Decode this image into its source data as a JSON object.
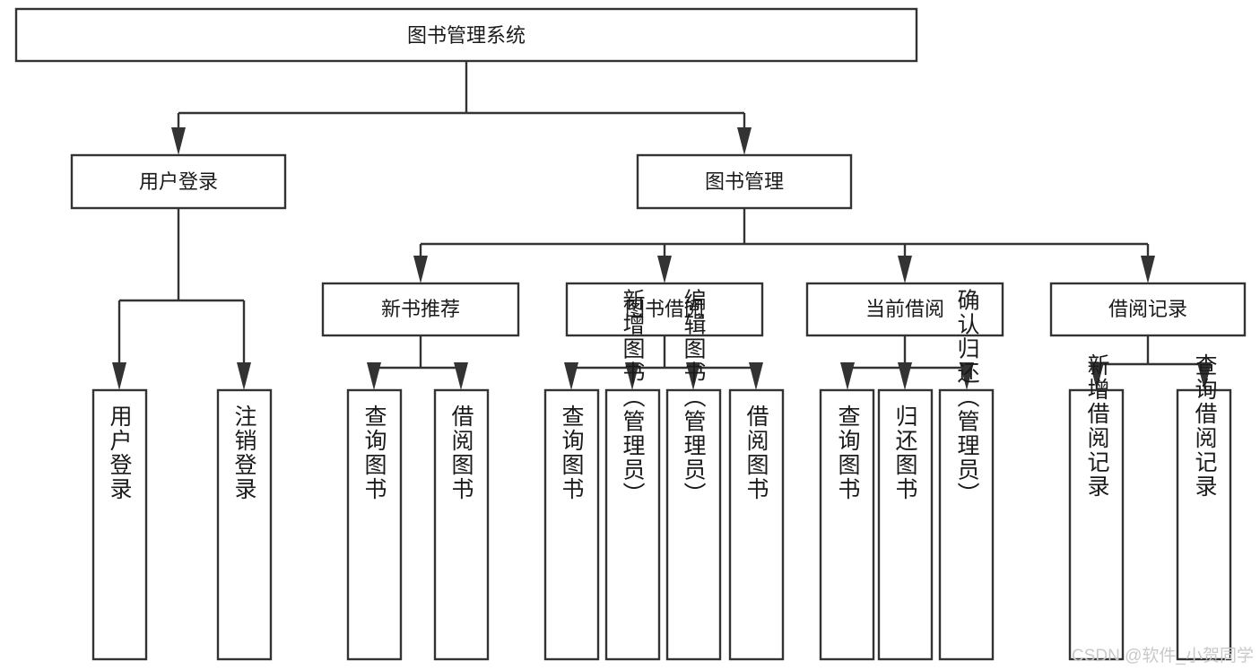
{
  "diagram": {
    "title": "图书管理系统",
    "type": "tree-hierarchy",
    "root": {
      "id": "root",
      "label": "图书管理系统"
    },
    "level1": [
      {
        "id": "user-login",
        "label": "用户登录"
      },
      {
        "id": "book-manage",
        "label": "图书管理"
      }
    ],
    "level2": [
      {
        "id": "new-book-rec",
        "label": "新书推荐",
        "parent": "book-manage"
      },
      {
        "id": "book-borrow",
        "label": "图书借阅",
        "parent": "book-manage"
      },
      {
        "id": "current-borrow",
        "label": "当前借阅",
        "parent": "book-manage"
      },
      {
        "id": "borrow-record",
        "label": "借阅记录",
        "parent": "book-manage"
      }
    ],
    "leaves": {
      "user-login": [
        {
          "id": "leaf-user-login",
          "label": "用户登录"
        },
        {
          "id": "leaf-user-logout",
          "label": "注销登录"
        }
      ],
      "new-book-rec": [
        {
          "id": "leaf-query-book-1",
          "label": "查询图书"
        },
        {
          "id": "leaf-borrow-book-1",
          "label": "借阅图书"
        }
      ],
      "book-borrow": [
        {
          "id": "leaf-query-book-2",
          "label": "查询图书"
        },
        {
          "id": "leaf-add-book",
          "label": "新增图书（管理员）"
        },
        {
          "id": "leaf-edit-book",
          "label": "编辑图书（管理员）"
        },
        {
          "id": "leaf-borrow-book-2",
          "label": "借阅图书"
        }
      ],
      "current-borrow": [
        {
          "id": "leaf-query-book-3",
          "label": "查询图书"
        },
        {
          "id": "leaf-return-book",
          "label": "归还图书"
        },
        {
          "id": "leaf-confirm-return",
          "label": "确认归还（管理员）"
        }
      ],
      "borrow-record": [
        {
          "id": "leaf-add-record",
          "label": "新增借阅记录"
        },
        {
          "id": "leaf-query-record",
          "label": "查询借阅记录"
        }
      ]
    }
  },
  "watermark": {
    "text": "CSDN @软件_小贺同学"
  },
  "colors": {
    "stroke": "#333333",
    "fill": "#ffffff",
    "text": "#1a1a1a",
    "watermark": "#c9c9c9",
    "background": "#ffffff"
  }
}
